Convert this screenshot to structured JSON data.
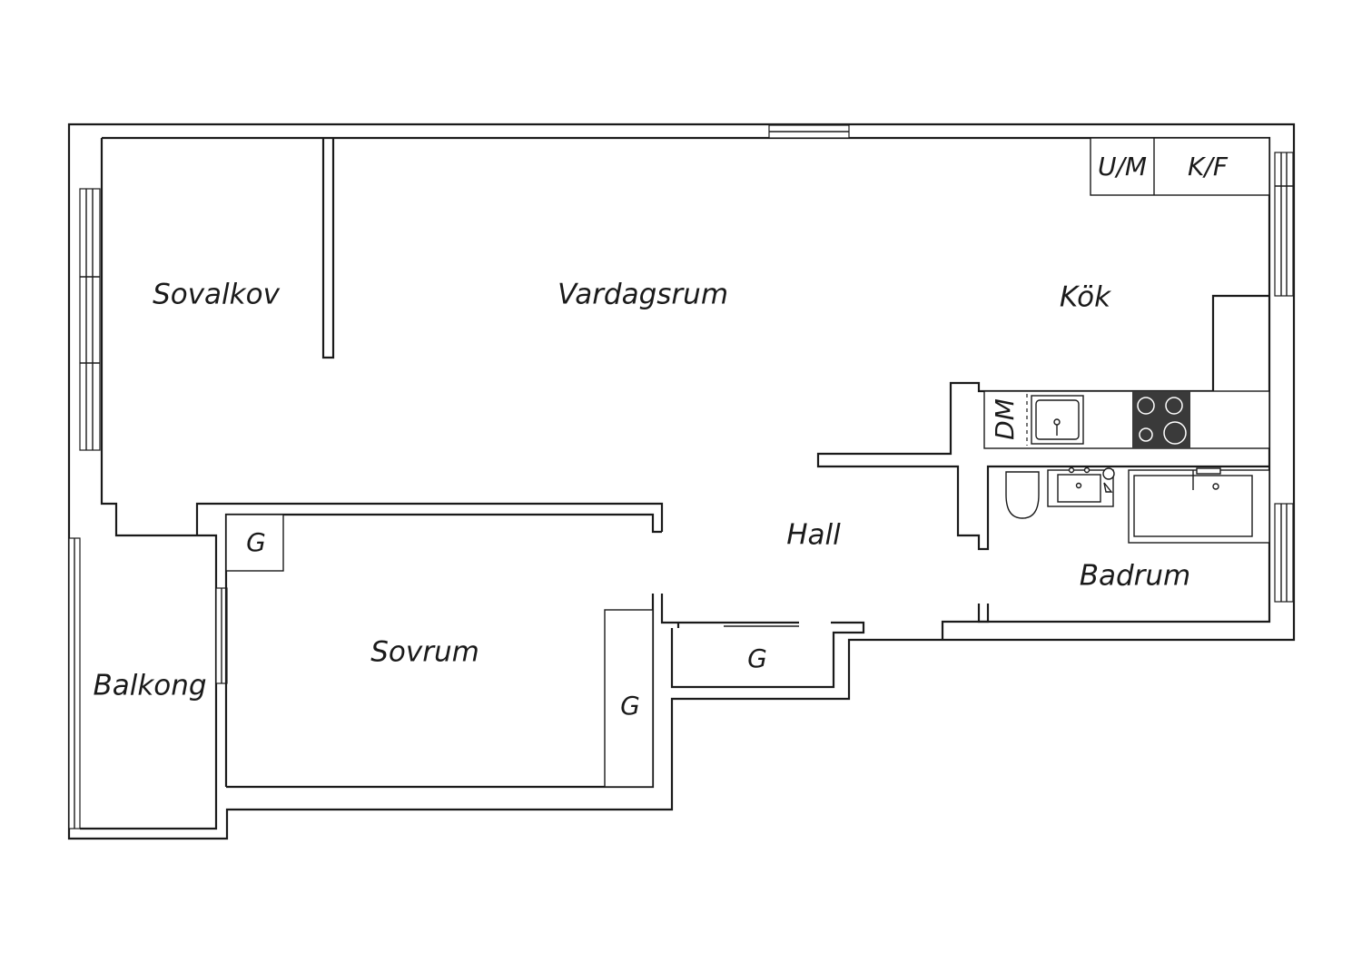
{
  "plan": {
    "rooms": {
      "sovalkov": "Sovalkov",
      "vardagsrum": "Vardagsrum",
      "kok": "Kök",
      "hall": "Hall",
      "badrum": "Badrum",
      "sovrum": "Sovrum",
      "balkong": "Balkong"
    },
    "appliances": {
      "um": "U/M",
      "kf": "K/F",
      "dm": "DM"
    },
    "storage": {
      "g_sovrum": "G",
      "g_hall": "G",
      "g_sovrum_right": "G"
    },
    "colors": {
      "line": "#1a1a1a",
      "background": "#ffffff",
      "stove": "#3a3a3a"
    }
  }
}
